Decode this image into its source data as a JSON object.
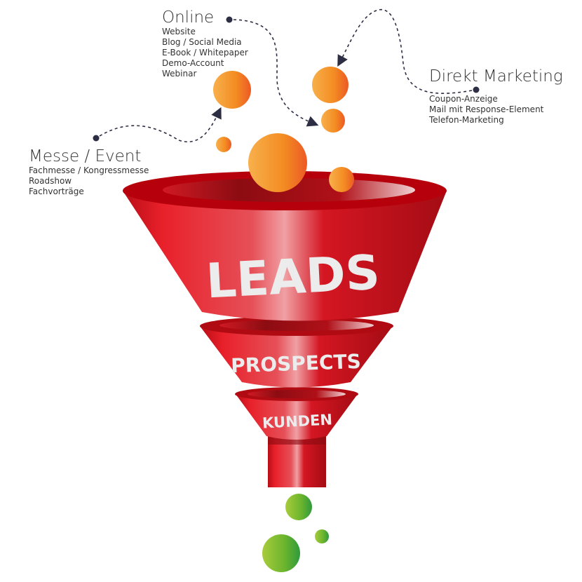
{
  "sources": {
    "online": {
      "title": "Online",
      "items": [
        "Website",
        "Blog / Social Media",
        "E-Book / Whitepaper",
        "Demo-Account",
        "Webinar"
      ]
    },
    "messe": {
      "title": "Messe / Event",
      "items": [
        "Fachmesse / Kongressmesse",
        "Roadshow",
        "Fachvorträge"
      ]
    },
    "direkt": {
      "title": "Direkt Marketing",
      "items": [
        "Coupon-Anzeige",
        "Mail mit Response-Element",
        "Telefon-Marketing"
      ]
    }
  },
  "funnel": {
    "stage1": "LEADS",
    "stage2": "PROSPECTS",
    "stage3": "KUNDEN"
  },
  "colors": {
    "funnel": "#d0101e",
    "lead_ball": "#f28c28",
    "customer_ball": "#6ab42d",
    "connector": "#2d2d44"
  }
}
